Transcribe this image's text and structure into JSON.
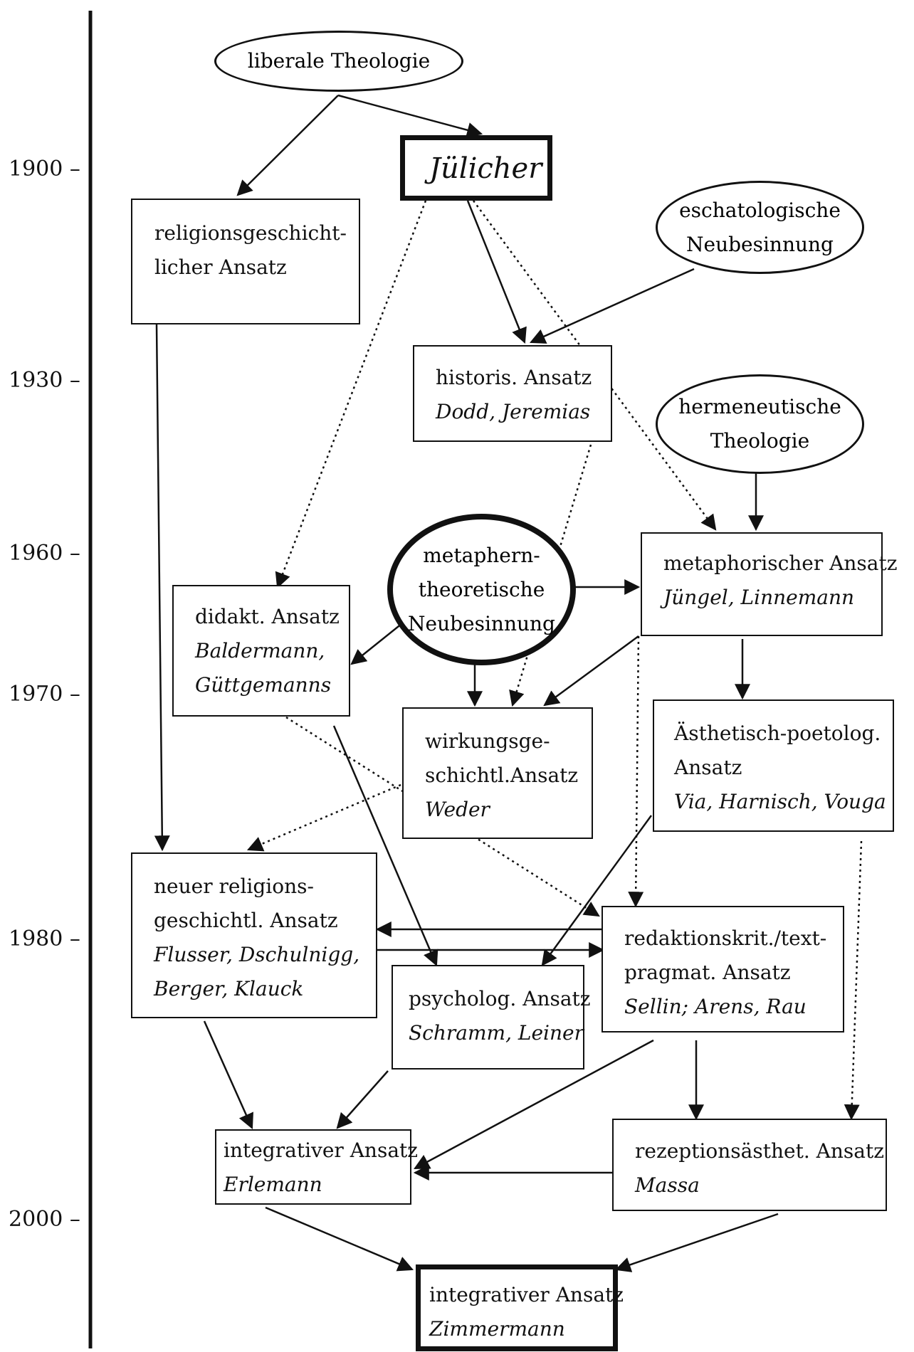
{
  "timeline": {
    "ticks": [
      {
        "label": "1900 –"
      },
      {
        "label": "1930 –"
      },
      {
        "label": "1960 –"
      },
      {
        "label": "1970 –"
      },
      {
        "label": "1980 –"
      },
      {
        "label": "2000 –"
      }
    ]
  },
  "nodes": {
    "liberale": {
      "lines": [
        "liberale Theologie"
      ]
    },
    "juelicher": {
      "lines": [
        "Jülicher"
      ]
    },
    "eschato": {
      "lines": [
        "eschatologische",
        "Neubesinnung"
      ]
    },
    "religions": {
      "lines": [
        "religionsgeschicht-",
        "licher Ansatz"
      ]
    },
    "historis": {
      "lines": [
        "historis. Ansatz"
      ],
      "names": "Dodd, Jeremias"
    },
    "hermeneut": {
      "lines": [
        "hermeneutische",
        "Theologie"
      ]
    },
    "metatheo": {
      "lines": [
        "metaphern-",
        "theoretische",
        "Neubesinnung"
      ]
    },
    "metaphor": {
      "lines": [
        "metaphorischer Ansatz"
      ],
      "names": "Jüngel, Linnemann"
    },
    "didakt": {
      "lines": [
        "didakt. Ansatz"
      ],
      "names_lines": [
        "Baldermann,",
        "Güttgemanns"
      ]
    },
    "wirkung": {
      "lines": [
        "wirkungsge-",
        "schichtl.Ansatz"
      ],
      "names": "Weder"
    },
    "aesthet": {
      "lines": [
        "Ästhetisch-poetolog.",
        "Ansatz"
      ],
      "names": "Via, Harnisch, Vouga"
    },
    "neuer": {
      "lines": [
        "neuer religions-",
        "geschichtl. Ansatz"
      ],
      "names_lines": [
        "Flusser, Dschulnigg,",
        "Berger, Klauck"
      ]
    },
    "redakt": {
      "lines": [
        "redaktionskrit./text-",
        "pragmat. Ansatz"
      ],
      "names": "Sellin; Arens, Rau"
    },
    "psycho": {
      "lines": [
        "psycholog. Ansatz"
      ],
      "names": "Schramm, Leiner"
    },
    "integ1": {
      "lines": [
        "integrativer Ansatz"
      ],
      "names": "Erlemann"
    },
    "rezept": {
      "lines": [
        "rezeptionsästhet. Ansatz"
      ],
      "names": "Massa"
    },
    "integ2": {
      "lines": [
        "integrativer Ansatz"
      ],
      "names": "Zimmermann"
    }
  }
}
